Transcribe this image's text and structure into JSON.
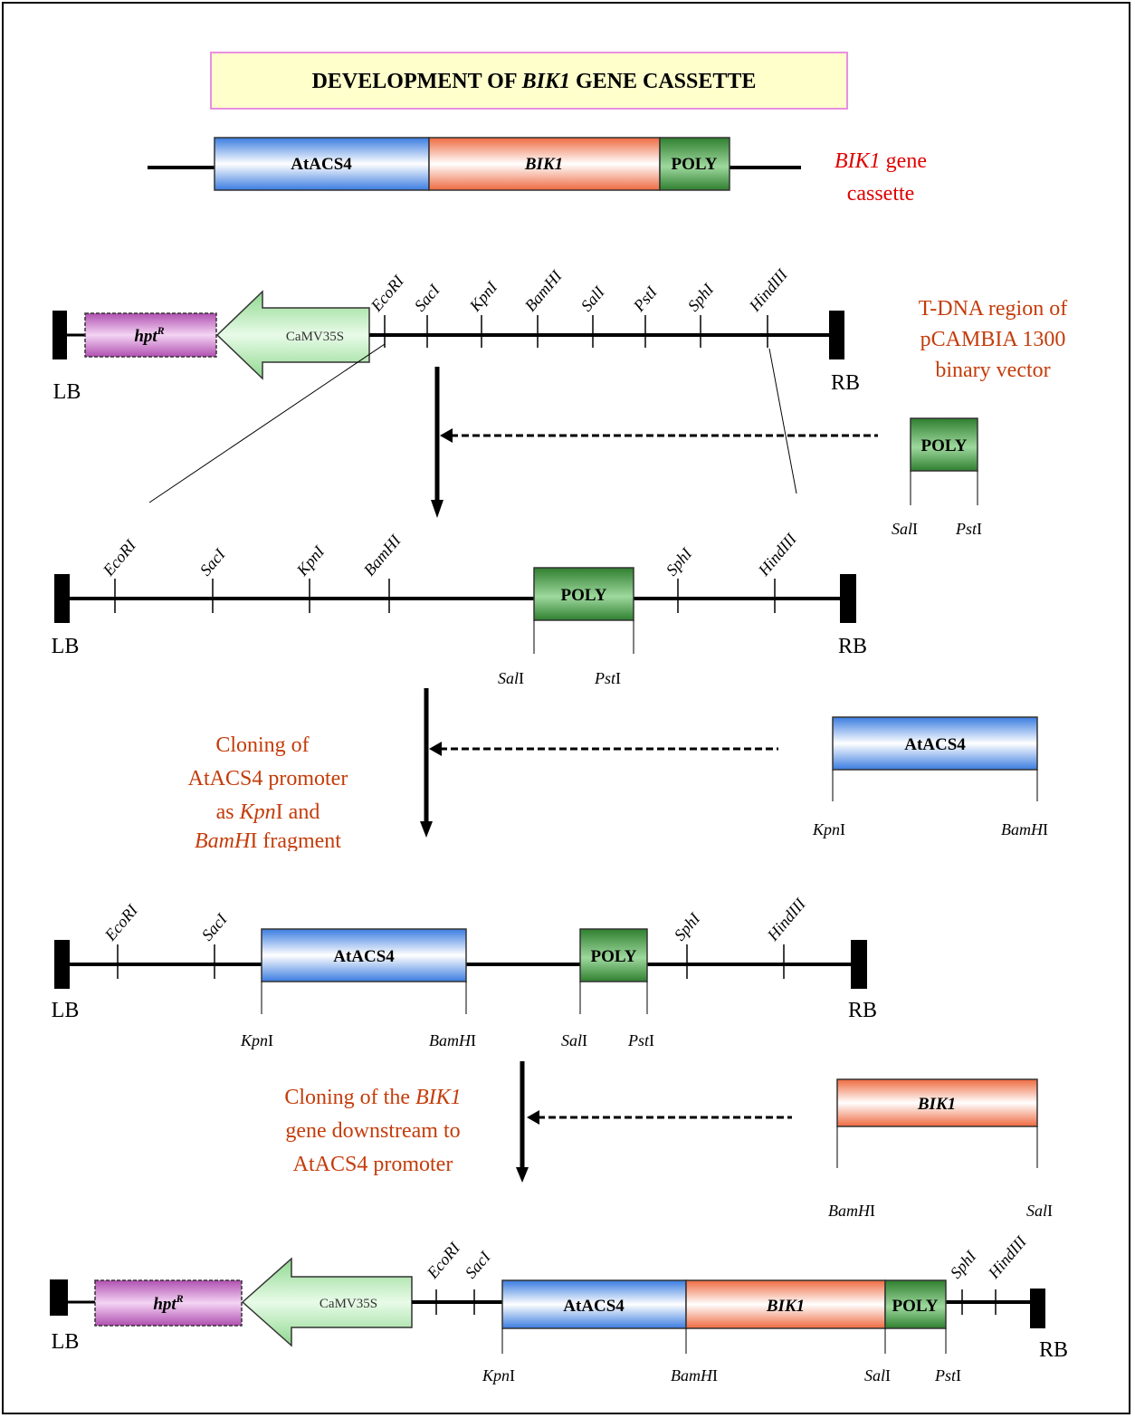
{
  "title": {
    "prefix": "DEVELOPMENT OF ",
    "gene": "BIK1",
    "suffix": " GENE CASSETTE"
  },
  "labels": {
    "atacs4": "AtACS4",
    "bik1": "BIK1",
    "poly": "POLY",
    "hpt": "hpt",
    "hpt_sup": "R",
    "camv": "CaMV35S",
    "lb": "LB",
    "rb": "RB"
  },
  "cassette_caption": {
    "line1_gene": "BIK1",
    "line1_rest": " gene",
    "line2": "cassette"
  },
  "vector_caption": [
    "T-DNA region of",
    "pCAMBIA 1300",
    "binary vector"
  ],
  "sites": {
    "EcoRI": "EcoRI",
    "SacI": "SacI",
    "KpnI": "KpnI",
    "BamHI": "BamHI",
    "SalI": "SalI",
    "PstI": "PstI",
    "SphI": "SphI",
    "HindIII": "HindIII"
  },
  "bottom_sites": {
    "KpnI_it": "Kpn",
    "BamHI_it": "BamH",
    "SalI_it": "Sal",
    "PstI_it": "Pst",
    "roman": "I"
  },
  "step2_caption": {
    "line1": "Cloning of",
    "line2": "AtACS4 promoter",
    "line3_pre": "as ",
    "line3_it": "Kpn",
    "line3_post": "I and",
    "line4_it": "BamH",
    "line4_post": "I fragment"
  },
  "step3_caption": {
    "line1_pre": "Cloning of the ",
    "line1_it": "BIK1",
    "line2": "gene downstream to",
    "line3": "AtACS4 promoter"
  },
  "colors": {
    "blue": "#4f8fe0",
    "orange": "#f07850",
    "green": "#3c8c3c",
    "pink": "#c060c0",
    "lightgreen": "#a8e6a8",
    "caption_red": "#c43c0a",
    "title_bg": "#ffffcc",
    "title_border": "#e890e0"
  }
}
